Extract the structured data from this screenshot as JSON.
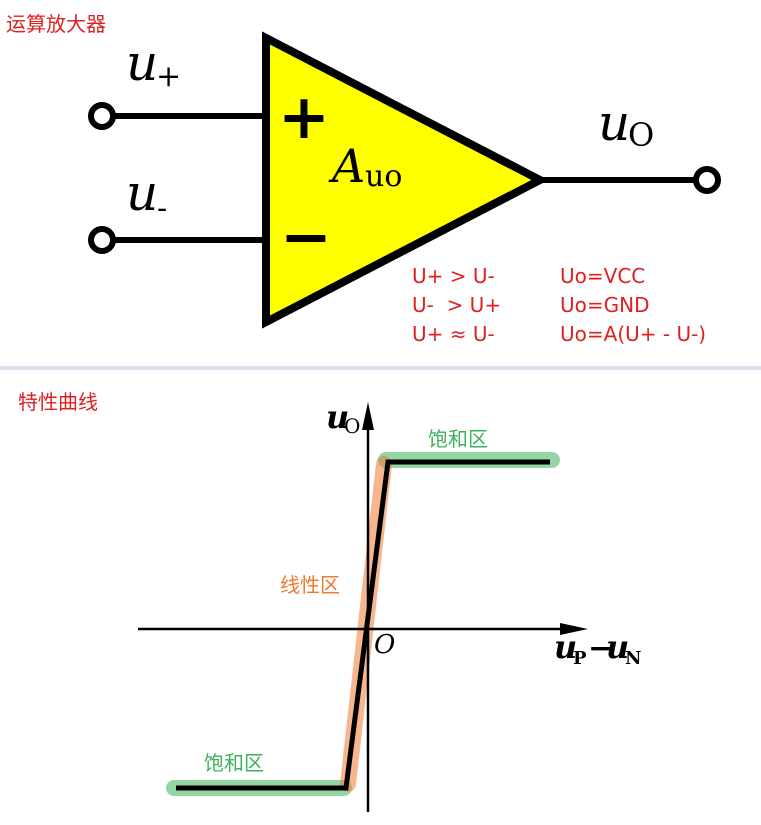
{
  "top": {
    "title": "运算放大器",
    "input_plus": {
      "symbol": "u",
      "sub": "+"
    },
    "input_minus": {
      "symbol": "u",
      "sub": "-"
    },
    "gain": {
      "symbol": "A",
      "sub": "uo"
    },
    "output": {
      "symbol": "u",
      "sub": "O"
    },
    "plus_sign": "+",
    "minus_sign": "−",
    "rules": [
      {
        "condition": "U+ > U-",
        "result": "Uo=VCC"
      },
      {
        "condition": "U-  > U+",
        "result": "Uo=GND"
      },
      {
        "condition": "U+ ≈ U-",
        "result": "Uo=A(U+ - U-)"
      }
    ],
    "colors": {
      "amp_fill": "#ffff00",
      "text_red": "#e02020"
    }
  },
  "bottom": {
    "title": "特性曲线",
    "y_axis": {
      "symbol": "u",
      "sub": "O"
    },
    "x_axis": {
      "p": "u",
      "p_sub": "P",
      "dash": "−",
      "n": "u",
      "n_sub": "N"
    },
    "origin": "O",
    "saturation_top": "饱和区",
    "saturation_bottom": "饱和区",
    "linear": "线性区",
    "colors": {
      "saturation": "#3cb35a",
      "linear": "#f07a30"
    }
  }
}
